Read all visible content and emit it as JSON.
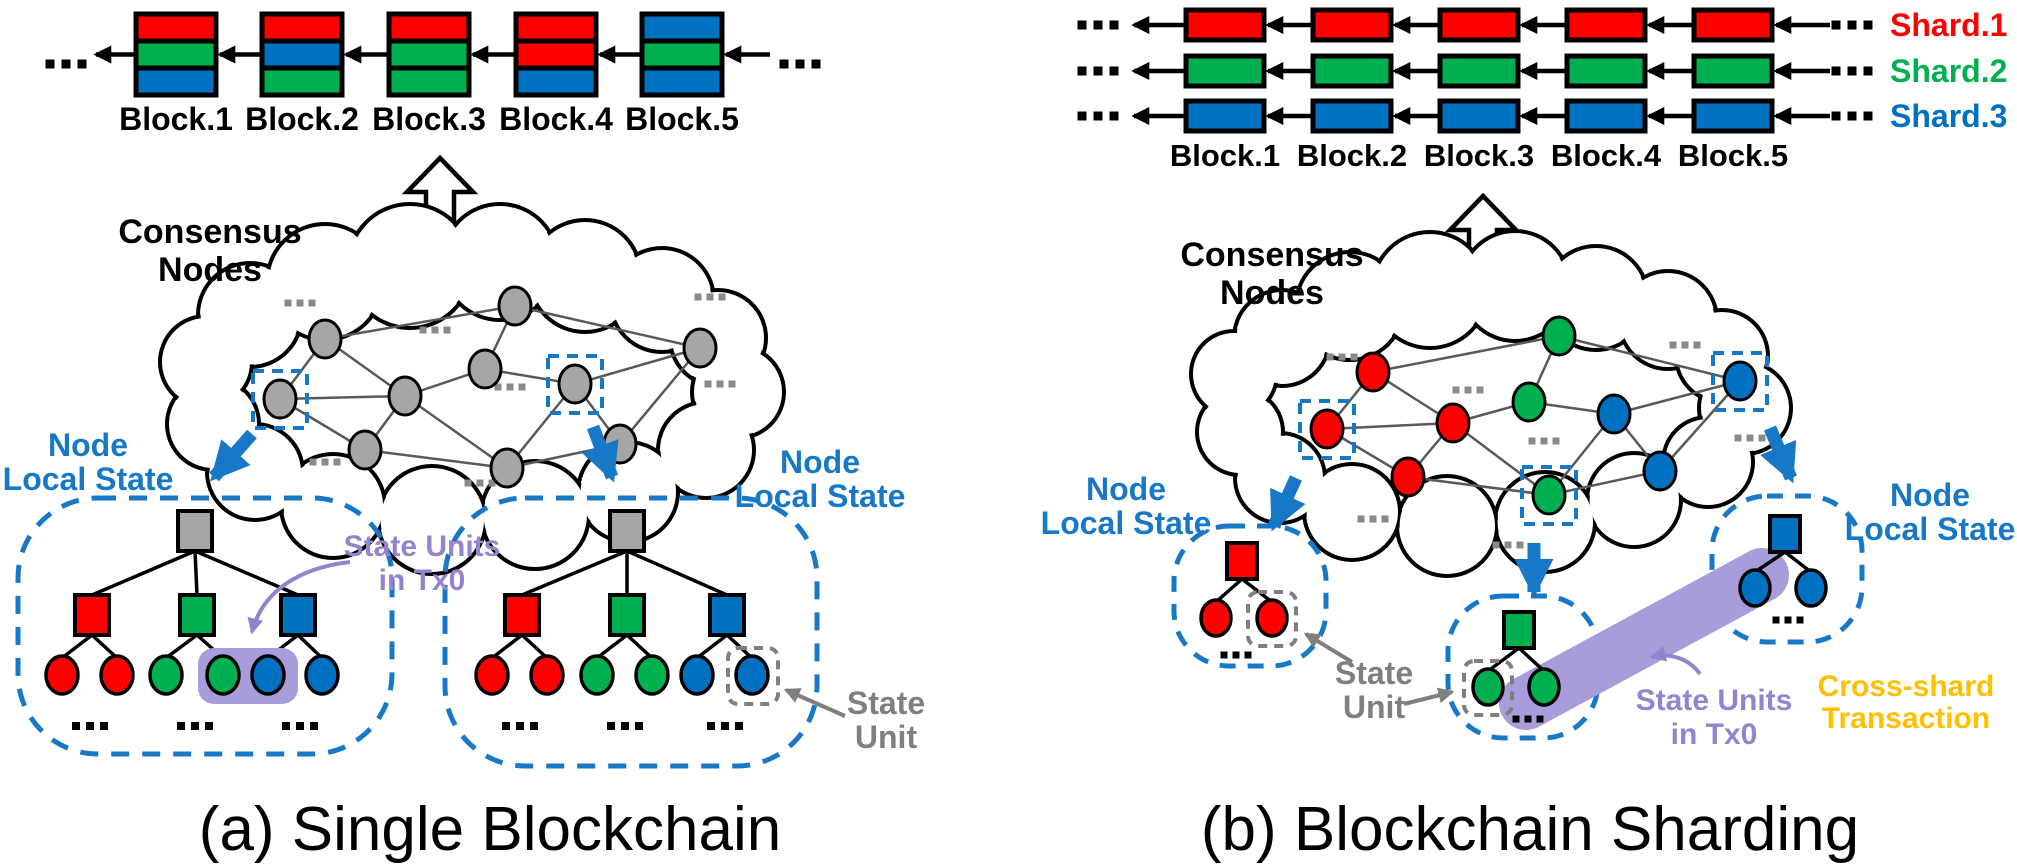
{
  "palette": {
    "red": "#FF0000",
    "green": "#00B050",
    "blue": "#0070C0",
    "accent_blue": "#1878C8",
    "node_gray": "#A6A6A6",
    "text_gray": "#7F7F7F",
    "edge_gray": "#595959",
    "band_purple": "#A89CDB",
    "purple_text": "#9583CE",
    "orange": "#FFC000",
    "black": "#000000",
    "white": "#FFFFFF"
  },
  "panel_a": {
    "caption": "(a) Single Blockchain",
    "consensus_label": {
      "line1": "Consensus",
      "line2": "Nodes"
    },
    "chain": {
      "left_ellipsis": "...",
      "right_ellipsis": "...",
      "blocks": [
        {
          "label": "Block.1",
          "stripes": [
            "red",
            "green",
            "blue"
          ]
        },
        {
          "label": "Block.2",
          "stripes": [
            "red",
            "blue",
            "green"
          ]
        },
        {
          "label": "Block.3",
          "stripes": [
            "red",
            "green",
            "green"
          ]
        },
        {
          "label": "Block.4",
          "stripes": [
            "red",
            "red",
            "blue"
          ]
        },
        {
          "label": "Block.5",
          "stripes": [
            "blue",
            "green",
            "blue"
          ]
        }
      ]
    },
    "network_node_colors": [
      "node_gray",
      "node_gray",
      "node_gray",
      "node_gray",
      "node_gray",
      "node_gray",
      "node_gray",
      "node_gray",
      "node_gray",
      "node_gray"
    ],
    "local_state_left": {
      "line1": "Node",
      "line2": "Local State"
    },
    "local_state_right": {
      "line1": "Node",
      "line2": "Local State"
    },
    "state_units_label": {
      "line1": "State Units",
      "line2": "in Tx0"
    },
    "state_unit_label": {
      "line1": "State",
      "line2": "Unit"
    },
    "tree_branch_colors": [
      "red",
      "green",
      "blue"
    ]
  },
  "panel_b": {
    "caption": "(b) Blockchain Sharding",
    "consensus_label": {
      "line1": "Consensus",
      "line2": "Nodes"
    },
    "chain_left_ellipsis": "...",
    "chain_right_ellipsis": "...",
    "shards": [
      {
        "label": "Shard.1",
        "color": "red",
        "num_blocks": 5
      },
      {
        "label": "Shard.2",
        "color": "green",
        "num_blocks": 5
      },
      {
        "label": "Shard.3",
        "color": "blue",
        "num_blocks": 5
      }
    ],
    "block_labels": [
      "Block.1",
      "Block.2",
      "Block.3",
      "Block.4",
      "Block.5"
    ],
    "network_node_colors": [
      "green",
      "red",
      "red",
      "red",
      "green",
      "blue",
      "blue",
      "red",
      "green",
      "blue"
    ],
    "local_state_left": {
      "line1": "Node",
      "line2": "Local State"
    },
    "local_state_right": {
      "line1": "Node",
      "line2": "Local State"
    },
    "state_unit_label": {
      "line1": "State",
      "line2": "Unit"
    },
    "state_units_label": {
      "line1": "State Units",
      "line2": "in Tx0"
    },
    "cross_shard_label": {
      "line1": "Cross-shard",
      "line2": "Transaction"
    },
    "trees": [
      {
        "color": "red"
      },
      {
        "color": "green"
      },
      {
        "color": "blue"
      }
    ]
  }
}
